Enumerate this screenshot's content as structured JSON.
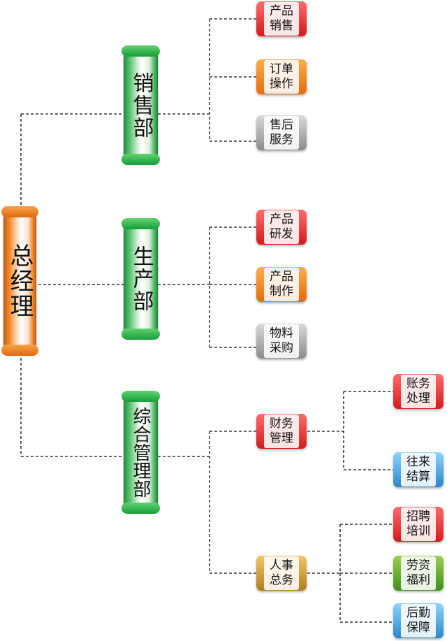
{
  "root": {
    "label": "总经理",
    "color": "#f07d1e"
  },
  "departments": [
    {
      "label": "销售部",
      "color": "#2f9e4a"
    },
    {
      "label": "生产部",
      "color": "#2f9e4a"
    },
    {
      "label": "综合管理部",
      "color": "#2f9e4a"
    }
  ],
  "sales": [
    {
      "l1": "产品",
      "l2": "销售",
      "color": "#e03434"
    },
    {
      "l1": "订单",
      "l2": "操作",
      "color": "#f08a22"
    },
    {
      "l1": "售后",
      "l2": "服务",
      "color": "#9a9a9a"
    }
  ],
  "production": [
    {
      "l1": "产品",
      "l2": "研发",
      "color": "#e03434"
    },
    {
      "l1": "产品",
      "l2": "制作",
      "color": "#f08a22"
    },
    {
      "l1": "物料",
      "l2": "采购",
      "color": "#9a9a9a"
    }
  ],
  "admin": {
    "finance": {
      "l1": "财务",
      "l2": "管理",
      "color": "#e03434",
      "children": [
        {
          "l1": "账务",
          "l2": "处理",
          "color": "#e03434"
        },
        {
          "l1": "往来",
          "l2": "结算",
          "color": "#4aa6e0"
        }
      ]
    },
    "hr": {
      "l1": "人事",
      "l2": "总务",
      "color": "#c8962c",
      "children": [
        {
          "l1": "招聘",
          "l2": "培训",
          "color": "#e03434"
        },
        {
          "l1": "劳资",
          "l2": "福利",
          "color": "#5aa832"
        },
        {
          "l1": "后勤",
          "l2": "保障",
          "color": "#4aa6e0"
        }
      ]
    }
  }
}
